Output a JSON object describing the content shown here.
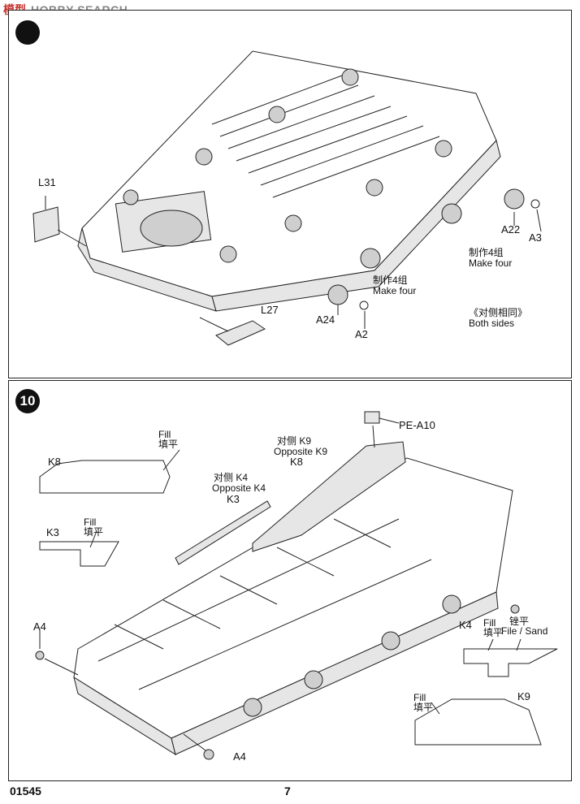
{
  "watermark": {
    "cn": "模型",
    "en": "HOBBY SEARCH"
  },
  "footer": {
    "product_code": "01545",
    "page_number": "7"
  },
  "step_top": {
    "badge_icon": "step-9-badge",
    "labels": {
      "l31": "L31",
      "l27": "L27",
      "a22": "A22",
      "a3": "A3",
      "a24": "A24",
      "a2": "A2",
      "make_four_cn_1": "制作4组",
      "make_four_en_1": "Make four",
      "make_four_cn_2": "制作4组",
      "make_four_en_2": "Make four",
      "both_sides_cn": "《对侧相同》",
      "both_sides_en": "Both sides"
    }
  },
  "step_bottom": {
    "badge_number": "10",
    "labels": {
      "pe_a10": "PE-A10",
      "opposite_k9_cn": "对侧 K9",
      "opposite_k9_en": "Opposite K9",
      "k8_main": "K8",
      "opposite_k4_cn": "对侧 K4",
      "opposite_k4_en": "Opposite K4",
      "k3_main": "K3",
      "k8_detail": "K8",
      "fill_cn_k8": "填平",
      "fill_en_k8": "Fill",
      "k3_detail": "K3",
      "fill_cn_k3": "填平",
      "fill_en_k3": "Fill",
      "a4_left": "A4",
      "a4_bottom": "A4",
      "k4_detail": "K4",
      "fill_en_k4": "Fill",
      "fill_cn_k4": "填平",
      "file_cn": "锉平",
      "file_en": "File / Sand",
      "fill_en_k9": "Fill",
      "fill_cn_k9": "填平",
      "k9_detail": "K9"
    }
  }
}
